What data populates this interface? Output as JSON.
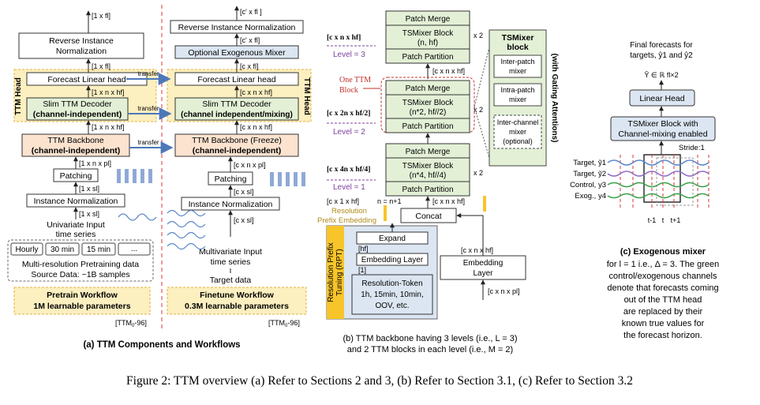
{
  "panel_a": {
    "left": {
      "top_dim": "[1 x fl]",
      "reverse_norm": [
        "Reverse Instance",
        "Normalization"
      ],
      "dim_after_head": "[1 x fl]",
      "forecast_head": "Forecast Linear head",
      "dim_head_in": "[1 x n x hf]",
      "decoder": [
        "Slim TTM Decoder",
        "(channel-independent)"
      ],
      "dim_backbone_out": "[1 x n x hf]",
      "backbone": [
        "TTM Backbone",
        "(channel-independent)"
      ],
      "dim_patch": "[1 x n x pl]",
      "patching": "Patching",
      "dim_norm_out": "[1 x sl]",
      "instance_norm": "Instance Normalization",
      "dim_input": "[1 x sl]",
      "input_label": [
        "Univariate Input",
        "time series"
      ],
      "resolutions": [
        "Hourly",
        "30 min",
        "15 min",
        "..."
      ],
      "multi_res": [
        "Multi-resolution Pretraining data",
        "Source Data: ~1B samples"
      ],
      "workflow": [
        "Pretrain Workflow",
        "1M learnable parameters"
      ],
      "model_tag": "[TTM",
      "model_tag_sub": "0",
      "model_tag_end": "-96]"
    },
    "right": {
      "top_dim": "[c' x fl ]",
      "reverse_norm": "Reverse Instance Normalization",
      "dim_after_mixer": "[c' x fl]",
      "exo_mixer": "Optional Exogenous Mixer",
      "dim_after_head": "[c x fl]",
      "forecast_head": "Forecast Linear head",
      "dim_head_in": "[c x n x hf]",
      "decoder": [
        "Slim TTM Decoder",
        "(channel independent/mixing)"
      ],
      "dim_backbone_out": "[c x n x hf]",
      "backbone": [
        "TTM Backbone (Freeze)",
        "(channel-independent)"
      ],
      "dim_patch": "[c x n x pl]",
      "patching": "Patching",
      "dim_norm_out": "[c x sl]",
      "instance_norm": "Instance Normalization",
      "dim_input": "[c x sl]",
      "input_label": [
        "Multivariate Input",
        "time series"
      ],
      "target_label": "Target data",
      "workflow": [
        "Finetune Workflow",
        "0.3M learnable parameters"
      ],
      "model_tag": "[TTM",
      "model_tag_sub": "0",
      "model_tag_end": "-96]"
    },
    "transfer_label": "transfer",
    "ttm_head_label": "TTM Head",
    "caption": "(a) TTM Components and Workflows"
  },
  "panel_b": {
    "levels": [
      {
        "patch_merge": "Patch Merge",
        "block": [
          "TSMixer Block",
          "(n, hf)"
        ],
        "patch_partition": "Patch Partition",
        "dim": "[c x n x hf]",
        "level": "Level = 3",
        "repeat": "x 2"
      },
      {
        "patch_merge": "Patch Merge",
        "block": [
          "TSMixer Block",
          "(n*2, hf//2)"
        ],
        "patch_partition": "Patch Partition",
        "dim": "[c x 2n x hf/2]",
        "level": "Level = 2",
        "repeat": "x 2"
      },
      {
        "patch_merge": "Patch Merge",
        "block": [
          "TSMixer Block",
          "(n*4, hf//4)"
        ],
        "patch_partition": "Patch Partition",
        "dim": "[c x 4n x hf/4]",
        "level": "Level = 1",
        "repeat": "x 2"
      }
    ],
    "between_dims": [
      "[c x n x hf]",
      "[c x n x hf]"
    ],
    "one_ttm_block": [
      "One TTM",
      "Block"
    ],
    "tsmixer_block": {
      "title": [
        "TSMixer",
        "block"
      ],
      "items": [
        [
          "Inter-patch",
          "mixer"
        ],
        [
          "Intra-patch",
          "mixer"
        ],
        [
          "Inter-channel",
          "mixer",
          "(optional)"
        ]
      ],
      "side": "(with Gating Attentions)"
    },
    "concat_in_left": "[c x 1 x hf]",
    "n_eq": "n = n+1",
    "concat_in_right": "[c x n x hf]",
    "concat": "Concat",
    "rpe": [
      "Resolution",
      "Prefix Embedding"
    ],
    "expand": "Expand",
    "hf_dim": "[hf]",
    "embedding_layer": "Embedding Layer",
    "one_dim": "[1]",
    "resolution_token": [
      "Resolution-Token",
      "1h, 15min, 10min,",
      "OOV, etc."
    ],
    "rpt": [
      "Resolution Prefix",
      "Tuning (RPT)"
    ],
    "emb_right_dim": "[c x n x hf]",
    "embedding_layer_right": [
      "Embedding",
      "Layer"
    ],
    "input_dim": "[c x n x pl]",
    "caption": [
      "(b) TTM backbone having 3 levels (i.e., L = 3)",
      "and 2 TTM blocks in each level (i.e., M = 2)"
    ]
  },
  "panel_c": {
    "final_forecasts": [
      "Final forecasts for",
      "targets, ŷ1 and ŷ2"
    ],
    "y_hat_dim": "Ŷ ∈ ℝ fl×2",
    "linear_head": "Linear Head",
    "tsmixer": [
      "TSMixer Block with",
      "Channel-mixing enabled"
    ],
    "stride": "Stride:1",
    "channels": [
      "Target, ỹ1",
      "Target, ỹ2",
      "Control, y3",
      "Exog., y4"
    ],
    "time_labels": [
      "t-1",
      "t",
      "t+1"
    ],
    "title": "(c) Exogenous mixer",
    "description": [
      "for l = 1 i.e., Δ = 3. The green",
      "control/exogenous channels",
      "denote that forecasts coming",
      "out of the TTM head",
      "are replaced by their",
      "known true values for",
      "the forecast horizon."
    ],
    "description_lead": "for l = 1 i.e., Δ = 3. The green"
  },
  "figure_caption": "Figure 2: TTM overview (a) Refer to Sections 2 and 3, (b) Refer to Section 3.1, (c) Refer to Section 3.2",
  "colors": {
    "yellow_fill": "#fcefc0",
    "green_fill": "#e3f0d6",
    "orange_fill": "#fbe3d0",
    "blue_fill": "#dce6f2",
    "level_purple": "#7b3f9e",
    "one_block_red": "#c0302a",
    "rpt_yellow": "#f7c52a"
  }
}
